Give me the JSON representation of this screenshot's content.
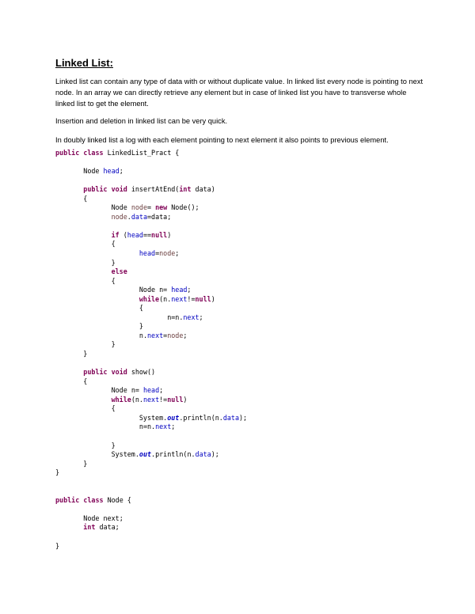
{
  "document": {
    "title": "Linked List:",
    "paragraphs": [
      "Linked list can contain any type of data with or without duplicate value. In linked list every node is pointing to next node. In an array we can directly retrieve any element but in case of linked list you have to transverse whole linked list to get the element.",
      "Insertion and deletion in linked list can be very quick.",
      "In doubly linked list a log with each element pointing to next element it also points to previous element."
    ],
    "code_lines": [
      "public class LinkedList_Pract {",
      "",
      "       Node head;",
      "",
      "       public void insertAtEnd(int data)",
      "       {",
      "              Node node= new Node();",
      "              node.data=data;",
      "",
      "              if (head==null)",
      "              {",
      "                     head=node;",
      "              }",
      "              else",
      "              {",
      "                     Node n= head;",
      "                     while(n.next!=null)",
      "                     {",
      "                            n=n.next;",
      "                     }",
      "                     n.next=node;",
      "              }",
      "       }",
      "",
      "       public void show()",
      "       {",
      "              Node n= head;",
      "              while(n.next!=null)",
      "              {",
      "                     System.out.println(n.data);",
      "                     n=n.next;",
      "",
      "              }",
      "              System.out.println(n.data);",
      "       }",
      "}",
      "",
      "",
      "public class Node {",
      "",
      "       Node next;",
      "       int data;",
      "",
      "}"
    ]
  }
}
